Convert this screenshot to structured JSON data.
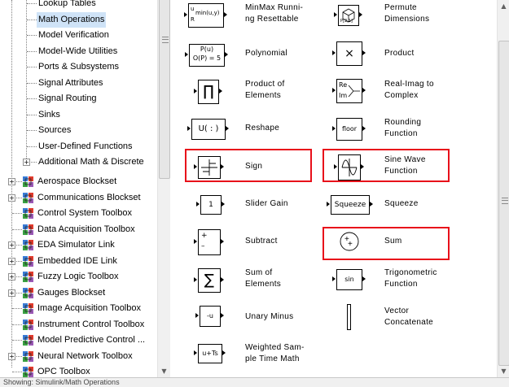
{
  "tree": {
    "sub_items": [
      "Lookup Tables",
      "Math Operations",
      "Model Verification",
      "Model-Wide Utilities",
      "Ports & Subsystems",
      "Signal Attributes",
      "Signal Routing",
      "Sinks",
      "Sources",
      "User-Defined Functions",
      "Additional Math & Discrete"
    ],
    "selected_item": "Math Operations",
    "toolboxes": [
      "Aerospace Blockset",
      "Communications Blockset",
      "Control System Toolbox",
      "Data Acquisition Toolbox",
      "EDA Simulator Link",
      "Embedded IDE Link",
      "Fuzzy Logic Toolbox",
      "Gauges Blockset",
      "Image Acquisition Toolbox",
      "Instrument Control Toolbox",
      "Model Predictive Control ...",
      "Neural Network Toolbox",
      "OPC Toolbox"
    ],
    "expandable_toolboxes": [
      "Aerospace Blockset",
      "Communications Blockset",
      "EDA Simulator Link",
      "Embedded IDE Link",
      "Fuzzy Logic Toolbox",
      "Gauges Blockset",
      "Neural Network Toolbox"
    ]
  },
  "blocks": {
    "minmax": {
      "label": [
        "MinMax Runni-",
        "ng Resettable"
      ],
      "glyph": "min(u,y)",
      "port_u": "u",
      "port_r": "R"
    },
    "permute": {
      "label": [
        "Permute",
        "Dimensions"
      ],
      "glyph": "P[2,1]"
    },
    "polynomial": {
      "label": [
        "Polynomial"
      ],
      "glyph_top": "P(u)",
      "glyph_bottom": "O(P) = 5"
    },
    "product": {
      "label": [
        "Product"
      ],
      "glyph": "×"
    },
    "product_of_elements": {
      "label": [
        "Product of",
        "Elements"
      ],
      "glyph": "∏"
    },
    "real_imag": {
      "label": [
        "Real-Imag to",
        "Complex"
      ],
      "port_re": "Re",
      "port_im": "Im"
    },
    "reshape": {
      "label": [
        "Reshape"
      ],
      "glyph": "U( : )"
    },
    "rounding": {
      "label": [
        "Rounding",
        "Function"
      ],
      "glyph": "floor"
    },
    "sign": {
      "label": [
        "Sign"
      ]
    },
    "sine_wave": {
      "label": [
        "Sine Wave",
        "Function"
      ]
    },
    "slider_gain": {
      "label": [
        "Slider Gain"
      ],
      "glyph": "1"
    },
    "squeeze": {
      "label": [
        "Squeeze"
      ],
      "glyph": "Squeeze"
    },
    "subtract": {
      "label": [
        "Subtract"
      ],
      "port_plus": "+",
      "port_minus": "–"
    },
    "sum": {
      "label": [
        "Sum"
      ],
      "glyph": "+",
      "glyph2": "+"
    },
    "sum_of_elements": {
      "label": [
        "Sum of",
        "Elements"
      ],
      "glyph": "∑"
    },
    "trig": {
      "label": [
        "Trigonometric",
        "Function"
      ],
      "glyph": "sin"
    },
    "unary_minus": {
      "label": [
        "Unary Minus"
      ],
      "glyph": "-u"
    },
    "vector_concat": {
      "label": [
        "Vector",
        "Concatenate"
      ]
    },
    "weighted_sample": {
      "label": [
        "Weighted Sam-",
        "ple Time Math"
      ],
      "glyph": "u+Ts"
    }
  },
  "status": {
    "text": "Showing: Simulink/Math Operations"
  },
  "colors": {
    "highlight": "#e8101a",
    "selection": "#cfe3f7"
  }
}
